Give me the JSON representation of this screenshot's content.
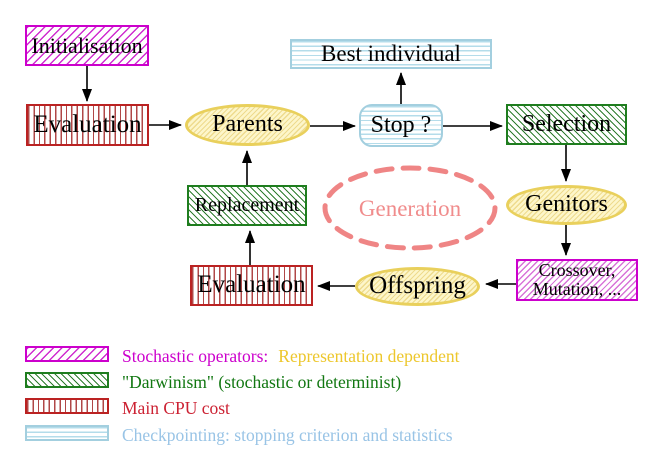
{
  "figure": {
    "title": "Evolutionary algorithm generation loop diagram",
    "nodes": {
      "initialisation": {
        "label": "Initialisation",
        "style": "magenta-hatch"
      },
      "evaluation_top": {
        "label": "Evaluation",
        "style": "red-vertical-stripes"
      },
      "parents": {
        "label": "Parents",
        "style": "yellow-hatch-ellipse"
      },
      "best_individual": {
        "label": "Best individual",
        "style": "cyan-horizontal-stripes"
      },
      "stop": {
        "label": "Stop ?",
        "style": "cyan-horizontal-stripes-rounded"
      },
      "selection": {
        "label": "Selection",
        "style": "green-hatch"
      },
      "replacement": {
        "label": "Replacement",
        "style": "green-hatch"
      },
      "generation": {
        "label": "Generation",
        "style": "salmon-dashed-ellipse"
      },
      "genitors": {
        "label": "Genitors",
        "style": "yellow-hatch-ellipse"
      },
      "evaluation_bottom": {
        "label": "Evaluation",
        "style": "red-vertical-stripes"
      },
      "offspring": {
        "label": "Offspring",
        "style": "yellow-hatch-ellipse"
      },
      "crossover": {
        "line1": "Crossover,",
        "line2": "Mutation, ...",
        "style": "magenta-hatch"
      }
    },
    "edges": [
      "initialisation -> evaluation_top",
      "evaluation_top -> parents",
      "parents -> stop",
      "stop -> best_individual",
      "stop -> selection",
      "selection -> genitors",
      "genitors -> crossover",
      "crossover -> offspring",
      "offspring -> evaluation_bottom",
      "evaluation_bottom -> replacement",
      "replacement -> parents"
    ],
    "legend": {
      "rows": [
        {
          "swatch": "magenta-hatch",
          "text": "Stochastic operators:",
          "text2": "Representation dependent"
        },
        {
          "swatch": "green-hatch",
          "text": "\"Darwinism\" (stochastic or determinist)"
        },
        {
          "swatch": "red-vertical-stripes",
          "text": "Main CPU cost"
        },
        {
          "swatch": "cyan-horizontal-stripes",
          "text": "Checkpointing: stopping criterion and statistics"
        }
      ]
    },
    "colors": {
      "magenta": "#cc00cc",
      "green_border": "#1e7d1e",
      "green_text": "#117711",
      "red_border": "#bb2222",
      "red_text": "#cc2233",
      "cyan_border": "#a3cfdf",
      "cyan_text": "#99c4e6",
      "yellow_border": "#e9d05c",
      "yellow_fill": "#fdf6ca",
      "legend_yellow_text": "#edc72c",
      "salmon": "#f08c8c",
      "arrow": "#000000"
    }
  }
}
